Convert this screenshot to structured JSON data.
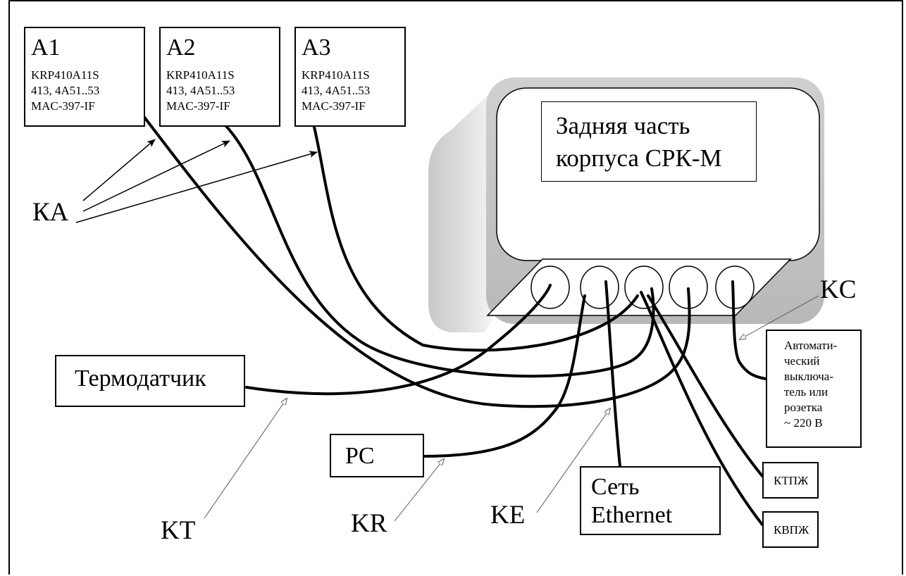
{
  "modules": [
    {
      "title": "А1",
      "lines": [
        "KRP410A11S",
        "413, 4A51..53",
        "MAC-397-IF"
      ]
    },
    {
      "title": "А2",
      "lines": [
        "KRP410A11S",
        "413, 4A51..53",
        "MAC-397-IF"
      ]
    },
    {
      "title": "А3",
      "lines": [
        "KRP410A11S",
        "413, 4A51..53",
        "MAC-397-IF"
      ]
    }
  ],
  "housing": {
    "line1": "Задняя часть",
    "line2": "корпуса СРК-М"
  },
  "labels": {
    "ka": "КА",
    "kt": "KT",
    "kr": "KR",
    "ke": "KE",
    "kc": "KC"
  },
  "devices": {
    "thermo": "Термодатчик",
    "pc": "PC",
    "ethernet_line1": "Сеть",
    "ethernet_line2": "Ethernet",
    "switch_lines": [
      "Автомати-",
      "ческий",
      "выключа-",
      "тель или",
      "розетка",
      "~ 220 В"
    ],
    "ktpzh": "КТПЖ",
    "kvpzh": "КВПЖ"
  }
}
